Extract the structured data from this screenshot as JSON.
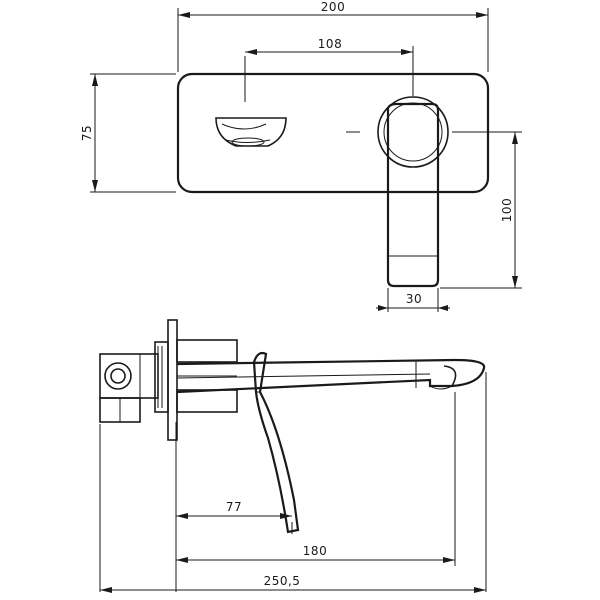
{
  "dimensions": {
    "plate_width": "200",
    "spout_offset": "108",
    "plate_height": "75",
    "handle_drop": "100",
    "handle_width": "30",
    "lever_reach": "77",
    "spout_projection": "180",
    "total_projection": "250,5"
  }
}
